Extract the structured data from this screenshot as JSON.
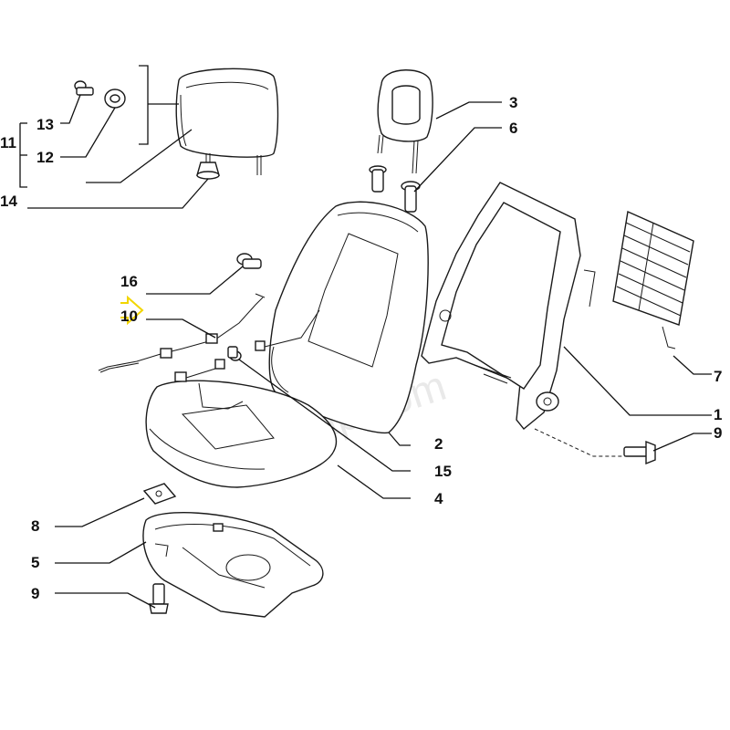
{
  "labels": {
    "p1": "1",
    "p2": "2",
    "p3": "3",
    "p4": "4",
    "p5": "5",
    "p6": "6",
    "p7": "7",
    "p8": "8",
    "p9a": "9",
    "p9b": "9",
    "p10": "10",
    "p11": "11",
    "p12": "12",
    "p13": "13",
    "p14": "14",
    "p15": "15",
    "p16": "16"
  },
  "watermark": "7zap.com",
  "highlight_color": "#f2d600"
}
